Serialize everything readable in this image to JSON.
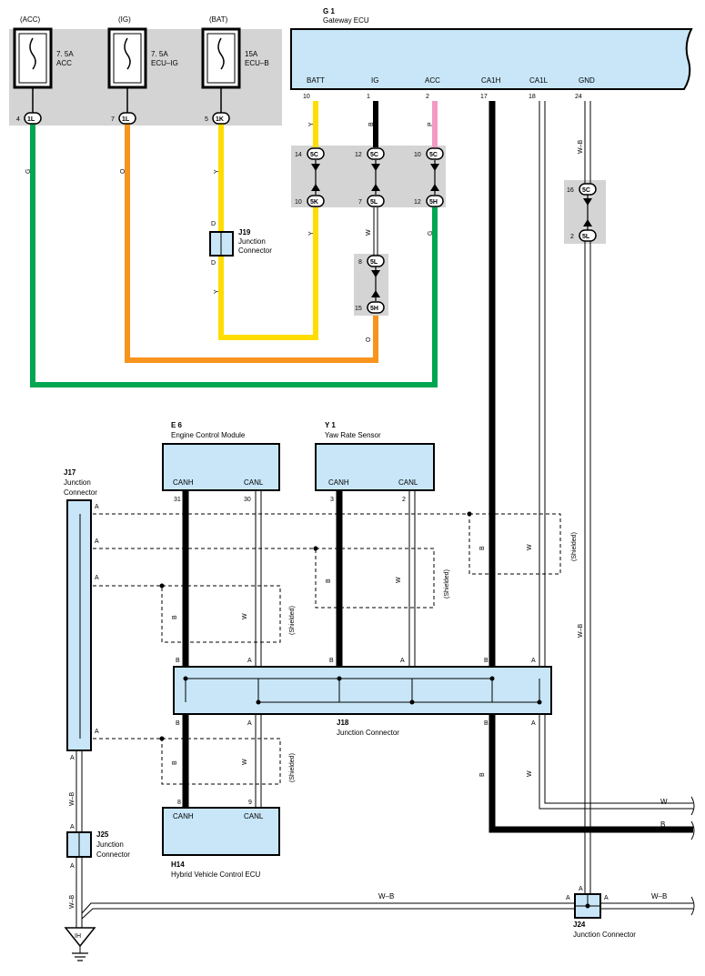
{
  "fuses": [
    {
      "source": "(ACC)",
      "rating": "7. 5A",
      "name": "ACC",
      "pin": "4",
      "connector": "1L"
    },
    {
      "source": "(IG)",
      "rating": "7. 5A",
      "name": "ECU–IG",
      "pin": "7",
      "connector": "1L"
    },
    {
      "source": "(BAT)",
      "rating": "15A",
      "name": "ECU–B",
      "pin": "5",
      "connector": "1K"
    }
  ],
  "gateway": {
    "code": "G 1",
    "name": "Gateway ECU",
    "pins": [
      {
        "label": "BATT",
        "num": "10"
      },
      {
        "label": "IG",
        "num": "1"
      },
      {
        "label": "ACC",
        "num": "2"
      },
      {
        "label": "CA1H",
        "num": "17"
      },
      {
        "label": "CA1L",
        "num": "18"
      },
      {
        "label": "GND",
        "num": "24"
      }
    ]
  },
  "inline_connectors": {
    "upper": [
      {
        "pin": "14",
        "code": "5C"
      },
      {
        "pin": "12",
        "code": "5C"
      },
      {
        "pin": "10",
        "code": "5C"
      }
    ],
    "lower": [
      {
        "pin": "10",
        "code": "5K"
      },
      {
        "pin": "7",
        "code": "5L"
      },
      {
        "pin": "12",
        "code": "5H"
      }
    ],
    "ig_extra": [
      {
        "pin": "8",
        "code": "5L"
      },
      {
        "pin": "15",
        "code": "5H"
      }
    ],
    "gnd": [
      {
        "pin": "16",
        "code": "5C"
      },
      {
        "pin": "2",
        "code": "5L"
      }
    ]
  },
  "wire_colors": {
    "g": "G",
    "o": "O",
    "y": "Y",
    "b": "B",
    "p": "P",
    "w": "W",
    "wb": "W–B"
  },
  "j19": {
    "code": "J19",
    "line1": "Junction",
    "line2": "Connector",
    "pin_top": "D",
    "pin_bottom": "D"
  },
  "e6": {
    "code": "E 6",
    "name": "Engine Control Module",
    "pins": [
      {
        "label": "CANH",
        "num": "31"
      },
      {
        "label": "CANL",
        "num": "30"
      }
    ]
  },
  "y1": {
    "code": "Y 1",
    "name": "Yaw Rate Sensor",
    "pins": [
      {
        "label": "CANH",
        "num": "3"
      },
      {
        "label": "CANL",
        "num": "2"
      }
    ]
  },
  "h14": {
    "code": "H14",
    "name": "Hybrid Vehicle Control ECU",
    "pins": [
      {
        "label": "CANH",
        "num": "8"
      },
      {
        "label": "CANL",
        "num": "9"
      }
    ]
  },
  "j17": {
    "code": "J17",
    "line1": "Junction",
    "line2": "Connector",
    "pin": "A"
  },
  "j18": {
    "code": "J18",
    "name": "Junction Connector",
    "pin_a": "A",
    "pin_b": "B"
  },
  "j25": {
    "code": "J25",
    "line1": "Junction",
    "line2": "Connector",
    "pin": "A"
  },
  "j24": {
    "code": "J24",
    "name": "Junction Connector",
    "pin": "A"
  },
  "ground": {
    "code": "IH"
  },
  "shielded": "(Shielded)",
  "colors": {
    "green": "#00a651",
    "orange": "#f7941d",
    "yellow": "#ffdd00",
    "pink": "#f49ac2",
    "black": "#000000",
    "box": "#c8e6f8",
    "gray": "#d4d4d4"
  }
}
